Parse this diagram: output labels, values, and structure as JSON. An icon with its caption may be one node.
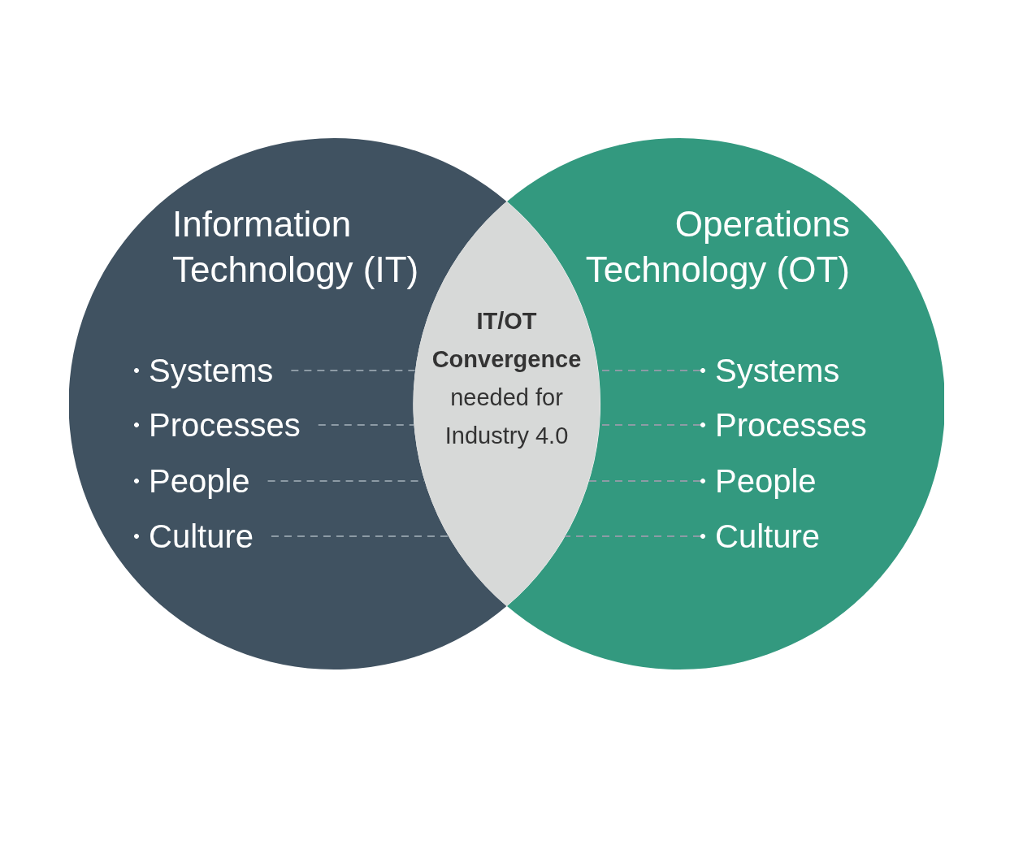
{
  "diagram": {
    "nodes": [
      {
        "text": [
          "Information Technology (IT)"
        ]
      },
      {
        "text": [
          "Systems"
        ],
        "in": 0
      },
      {
        "text": [
          "Processes"
        ],
        "in": 0
      },
      {
        "text": [
          "People"
        ],
        "in": 0
      },
      {
        "text": [
          "Culture"
        ],
        "in": 0
      },
      {
        "text": [
          "Operations Technology (OT)"
        ]
      },
      {
        "text": [
          "Systems"
        ],
        "in": 5
      },
      {
        "text": [
          "Processes"
        ],
        "in": 5
      },
      {
        "text": [
          "People"
        ],
        "in": 5
      },
      {
        "text": [
          "Culture"
        ],
        "in": 5
      },
      {
        "text": [
          "IT/OT Convergence",
          "needed for Industry 4.0"
        ]
      }
    ],
    "edges": [
      {
        "from": 1,
        "to": 10,
        "arrow": "none",
        "style": "dashed"
      },
      {
        "from": 2,
        "to": 10,
        "arrow": "none",
        "style": "dashed"
      },
      {
        "from": 3,
        "to": 10,
        "arrow": "none",
        "style": "dashed"
      },
      {
        "from": 4,
        "to": 10,
        "arrow": "none",
        "style": "dashed"
      },
      {
        "from": 6,
        "to": 10,
        "arrow": "none",
        "style": "dashed"
      },
      {
        "from": 7,
        "to": 10,
        "arrow": "none",
        "style": "dashed"
      },
      {
        "from": 8,
        "to": 10,
        "arrow": "none",
        "style": "dashed"
      },
      {
        "from": 9,
        "to": 10,
        "arrow": "none",
        "style": "dashed"
      }
    ]
  }
}
